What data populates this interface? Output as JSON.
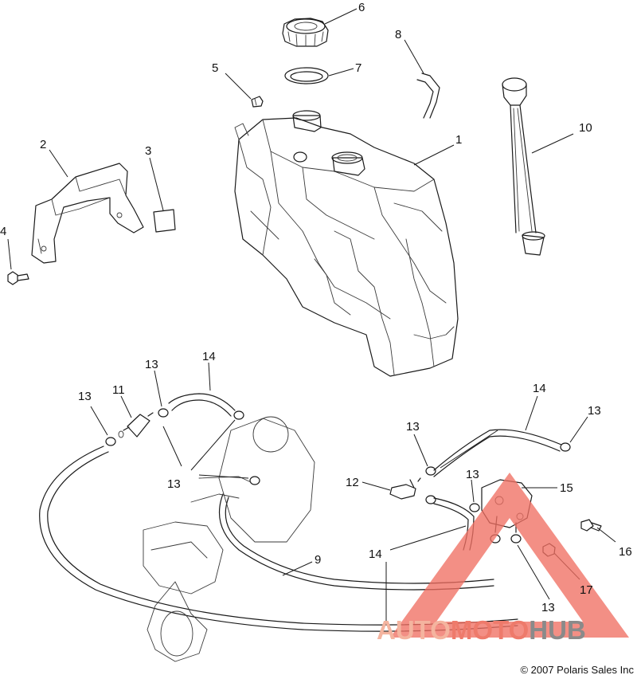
{
  "callouts": {
    "c1": "1",
    "c2": "2",
    "c3": "3",
    "c4": "4",
    "c5": "5",
    "c6": "6",
    "c7": "7",
    "c8": "8",
    "c9": "9",
    "c10": "10",
    "c11": "11",
    "c12": "12",
    "c13a": "13",
    "c13b": "13",
    "c13c": "13",
    "c13d": "13",
    "c13e": "13",
    "c13f": "13",
    "c13g": "13",
    "c14a": "14",
    "c14b": "14",
    "c14c": "14",
    "c15": "15",
    "c16": "16",
    "c17": "17"
  },
  "watermark": {
    "part1": "AUTO",
    "part2": "MOTO",
    "part3": "HUB",
    "triangle_color": "#ef6f63"
  },
  "copyright": "© 2007  Polaris Sales Inc"
}
